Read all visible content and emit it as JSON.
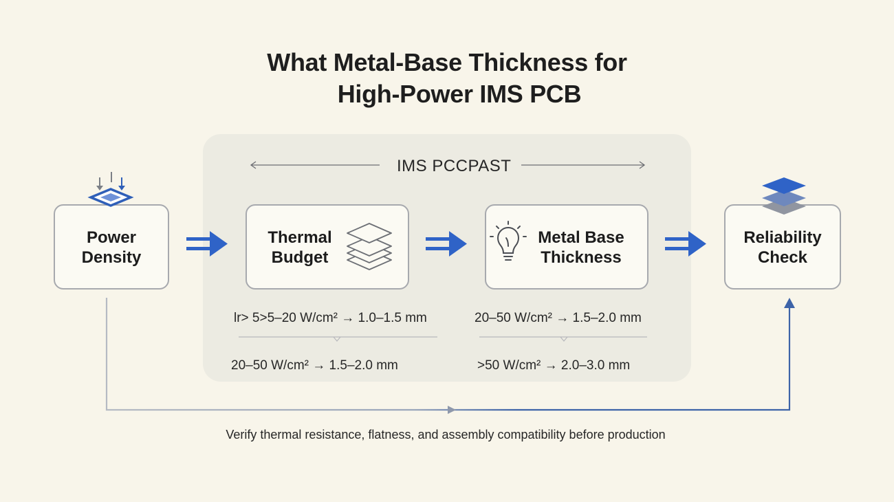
{
  "title": {
    "line1": "What Metal-Base Thickness for",
    "line2": "High-Power IMS PCB"
  },
  "panel": {
    "header": "IMS PCCPAST"
  },
  "steps": [
    {
      "line1": "Power",
      "line2": "Density",
      "icon": "power-density-icon"
    },
    {
      "line1": "Thermal",
      "line2": "Budget",
      "icon": "layers-icon"
    },
    {
      "line1": "Metal Base",
      "line2": "Thickness",
      "icon": "lightbulb-icon"
    },
    {
      "line1": "Reliability",
      "line2": "Check",
      "icon": "stack-icon"
    }
  ],
  "rules": {
    "left_top": "lr> 5>5–20 W/cm² → 1.0–1.5 mm",
    "left_bottom": "20–50 W/cm² → 1.5–2.0 mm",
    "right_top": "20–50 W/cm² → 1.5–2.0 mm",
    "right_bottom": ">50 W/cm² → 2.0–3.0 mm"
  },
  "footer": "Verify thermal resistance, flatness, and assembly compatibility before production",
  "colors": {
    "accent_blue": "#2f63c7",
    "feedback_blue": "#3d63a8",
    "line_gray": "#a9aeb8",
    "background": "#f8f5ea"
  }
}
